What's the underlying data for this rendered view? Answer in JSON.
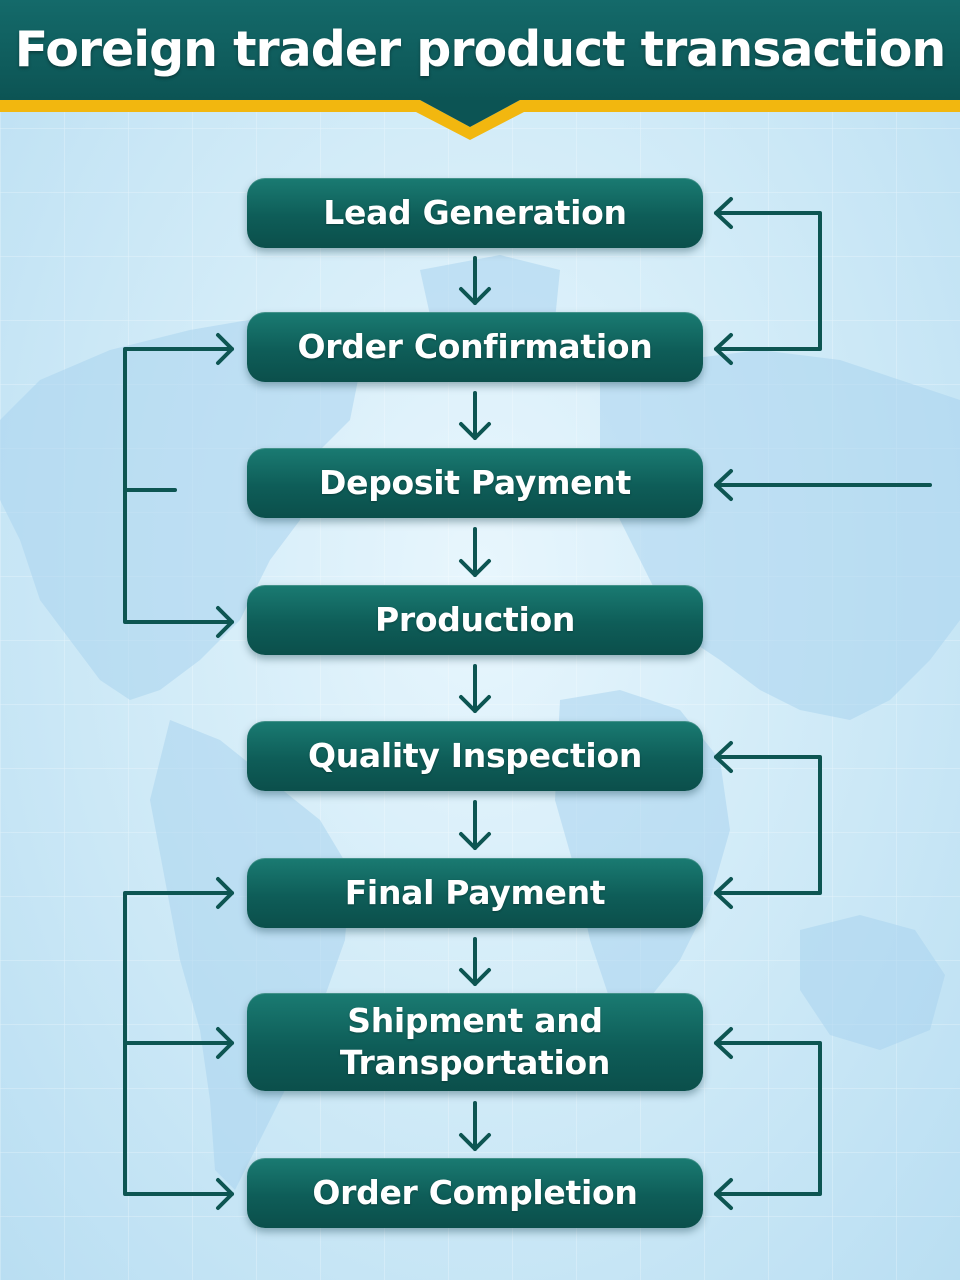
{
  "header": {
    "title": "Foreign trader product transaction"
  },
  "colors": {
    "header_bg": "#0f5e5e",
    "header_accent": "#f2b70f",
    "step_bg": "#0f5f59",
    "connector": "#0d5552",
    "background": "#d6eef9"
  },
  "steps": [
    {
      "label": "Lead Generation"
    },
    {
      "label": "Order Confirmation"
    },
    {
      "label": "Deposit Payment"
    },
    {
      "label": "Production"
    },
    {
      "label": "Quality Inspection"
    },
    {
      "label": "Final Payment"
    },
    {
      "label": "Shipment and Transportation"
    },
    {
      "label": "Order Completion"
    }
  ]
}
